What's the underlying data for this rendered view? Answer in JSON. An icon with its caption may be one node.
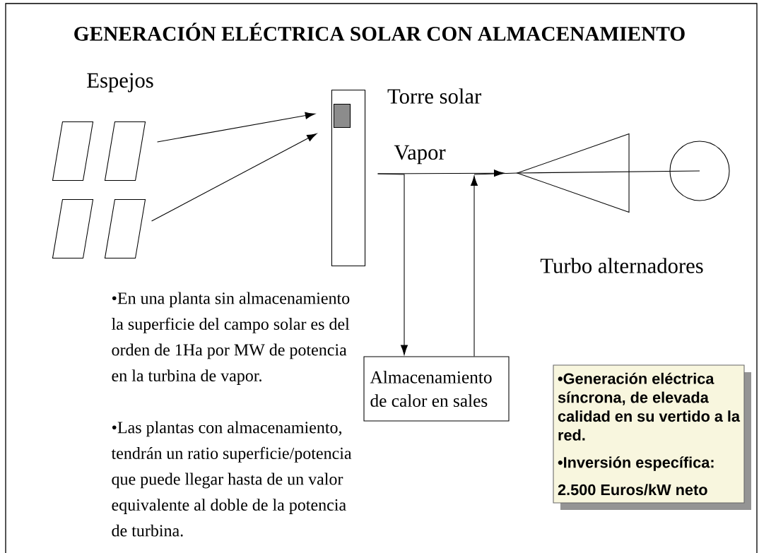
{
  "diagram": {
    "title": "GENERACIÓN ELÉCTRICA SOLAR CON ALMACENAMIENTO",
    "nodes": [
      {
        "text": [],
        "shape": "parallelogram"
      },
      {
        "text": [],
        "shape": "parallelogram"
      },
      {
        "text": [],
        "shape": "parallelogram"
      },
      {
        "text": [],
        "shape": "parallelogram"
      },
      {
        "text": [],
        "shape": "box",
        "beside": [
          "Torre solar"
        ]
      },
      {
        "text": [],
        "shape": "box",
        "in": 4
      },
      {
        "text": [],
        "shape": "triangle",
        "beside": [
          "Turbo alternadores"
        ]
      },
      {
        "text": [],
        "shape": "circle"
      },
      {
        "text": [
          "Almacenamiento de calor en sales"
        ]
      },
      {
        "text": [
          "•Generación eléctrica síncrona, de elevada calidad en su vertido a la red.",
          "•Inversión específica:",
          "2.500 Euros/kW neto"
        ]
      }
    ],
    "edges": [
      {
        "from": 1,
        "to": 4,
        "arrow": "to"
      },
      {
        "from": 3,
        "to": 4,
        "arrow": "to"
      },
      {
        "from": 4,
        "to": 6,
        "arrow": "to",
        "label": "Vapor"
      },
      {
        "from": 4,
        "to": 8,
        "arrow": "to"
      },
      {
        "from": 8,
        "to": 6,
        "arrow": "to"
      },
      {
        "from": 6,
        "to": 7,
        "arrow": "none"
      }
    ],
    "labels": [
      "Espejos",
      "•En una planta sin almacenamiento la superficie del campo solar es del orden de 1Ha por MW de potencia en la turbina de vapor.",
      "•Las plantas con almacenamiento, tendrán un ratio superficie/potencia que puede llegar hasta de un valor equivalente al doble de la potencia de turbina."
    ]
  }
}
